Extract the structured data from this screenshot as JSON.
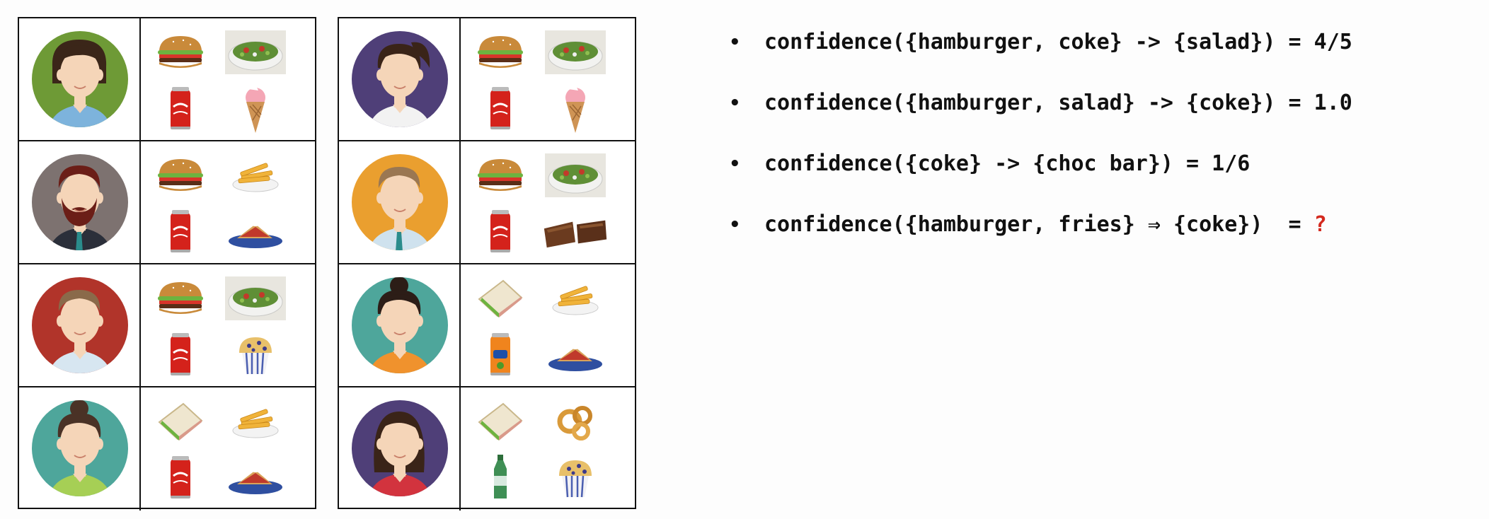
{
  "transactions": [
    {
      "avatar": "woman-green",
      "items": [
        "hamburger",
        "salad",
        "coke",
        "ice-cream"
      ]
    },
    {
      "avatar": "man-beard-gray",
      "items": [
        "hamburger",
        "fries",
        "coke",
        "pie"
      ]
    },
    {
      "avatar": "man-red",
      "items": [
        "hamburger",
        "salad",
        "coke",
        "muffin"
      ]
    },
    {
      "avatar": "woman-teal-1",
      "items": [
        "sandwich",
        "fries",
        "coke",
        "pie"
      ]
    },
    {
      "avatar": "woman-ponytail-purple",
      "items": [
        "hamburger",
        "salad",
        "coke",
        "ice-cream"
      ]
    },
    {
      "avatar": "man-orange",
      "items": [
        "hamburger",
        "salad",
        "coke",
        "choc-bar"
      ]
    },
    {
      "avatar": "woman-teal-2",
      "items": [
        "sandwich",
        "fries",
        "fanta",
        "pie"
      ]
    },
    {
      "avatar": "woman-purple-red",
      "items": [
        "sandwich",
        "onion-rings",
        "water",
        "muffin"
      ]
    }
  ],
  "rules": [
    {
      "text": "confidence({hamburger, coke} -> {salad}) = 4/5"
    },
    {
      "text": "confidence({hamburger, salad} -> {coke}) = 1.0"
    },
    {
      "text": "confidence({coke} -> {choc bar}) = 1/6"
    },
    {
      "text": "confidence({hamburger, fries} ⇒ {coke})  = ",
      "answer": "?"
    }
  ],
  "bullet": "•",
  "colors": {
    "accent": "#d42a1f"
  }
}
